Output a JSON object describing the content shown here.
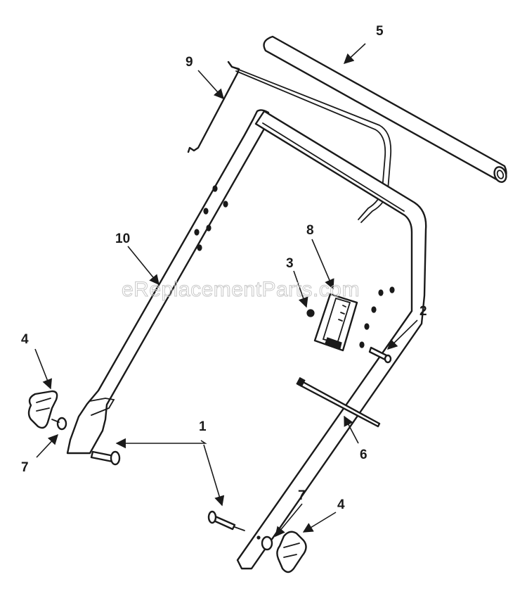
{
  "watermark": "eReplacementParts.com",
  "callouts": {
    "c1": "1",
    "c2": "2",
    "c3": "3",
    "c4a": "4",
    "c4b": "4",
    "c5": "5",
    "c6": "6",
    "c7a": "7",
    "c7b": "7",
    "c8": "8",
    "c9": "9",
    "c10": "10"
  }
}
